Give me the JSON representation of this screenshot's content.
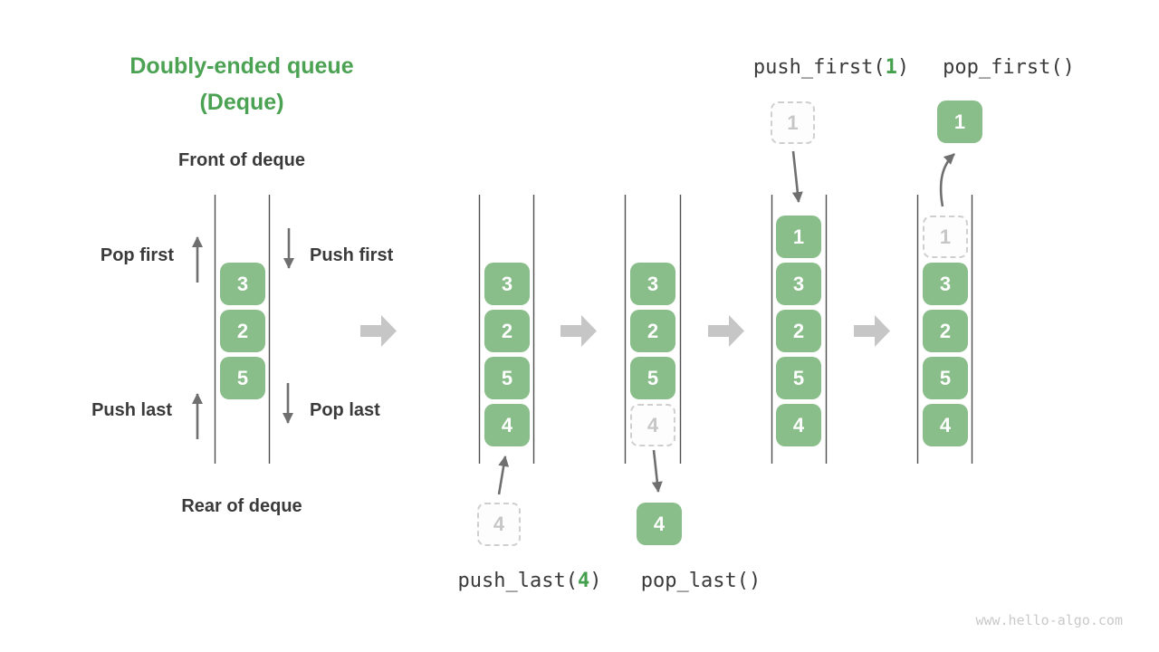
{
  "title": {
    "line1": "Doubly-ended queue",
    "line2": "(Deque)"
  },
  "deque_labels": {
    "front": "Front of deque",
    "rear": "Rear of deque",
    "pop_first": "Pop first",
    "push_first": "Push first",
    "push_last": "Push last",
    "pop_last": "Pop last"
  },
  "legend_deque": {
    "values": [
      "3",
      "2",
      "5"
    ]
  },
  "states": {
    "push_last": {
      "label_prefix": "push_last(",
      "label_arg": "4",
      "label_suffix": ")",
      "stack": [
        "3",
        "2",
        "5",
        "4"
      ],
      "incoming_value": "4"
    },
    "pop_last": {
      "label": "pop_last()",
      "stack": [
        "3",
        "2",
        "5"
      ],
      "ghost_value": "4",
      "outgoing_value": "4"
    },
    "push_first": {
      "label_prefix": "push_first(",
      "label_arg": "1",
      "label_suffix": ")",
      "stack": [
        "1",
        "3",
        "2",
        "5",
        "4"
      ],
      "incoming_value": "1"
    },
    "pop_first": {
      "label": "pop_first()",
      "stack": [
        "3",
        "2",
        "5",
        "4"
      ],
      "ghost_value": "1",
      "outgoing_value": "1"
    }
  },
  "colors": {
    "cell_green": "#89BD89",
    "title_green": "#4BA253",
    "text_dark": "#3A3A3A",
    "arrow_gray": "#6F6F6F",
    "block_arrow_gray": "#C6C6C6",
    "line_gray": "#4E4E4E",
    "ghost_border": "#CFCFCF",
    "ghost_text": "#C6C6C6",
    "ghost_bg": "#FDFDFD",
    "code_green": "#44A04C",
    "watermark_gray": "#C9C9C9"
  },
  "page": {
    "watermark": "www.hello-algo.com"
  }
}
